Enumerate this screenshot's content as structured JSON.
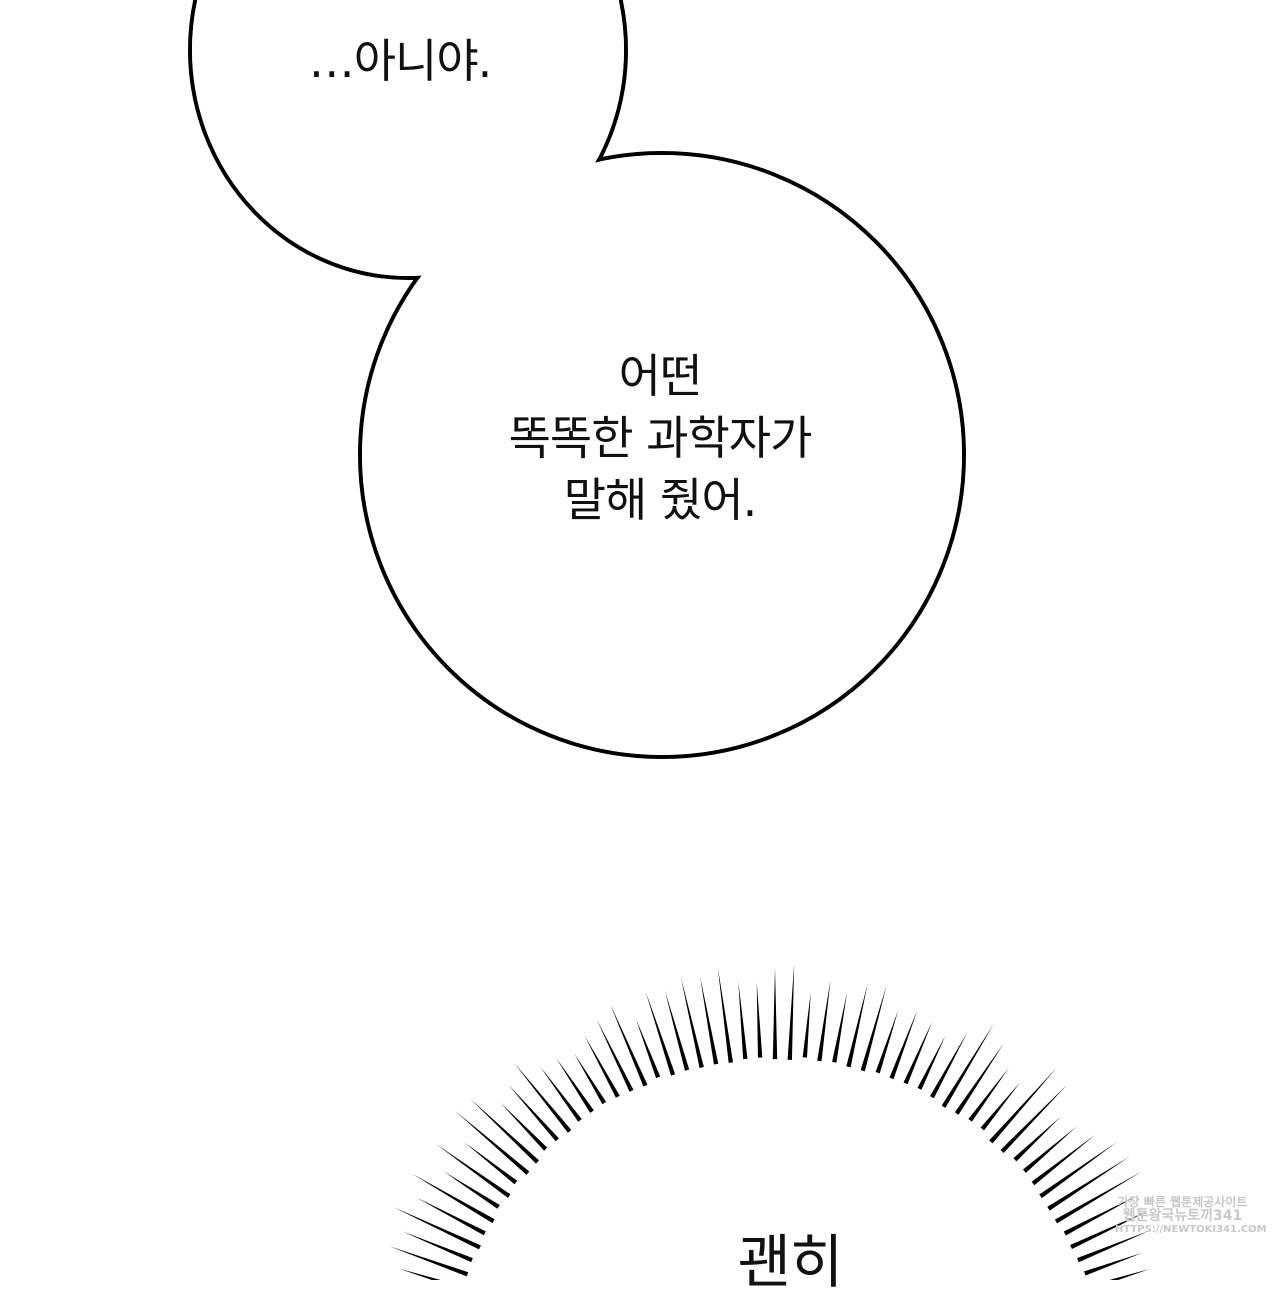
{
  "bubble_top": {
    "text": "…아니야."
  },
  "bubble_main": {
    "lines": [
      "어떤",
      "똑똑한 과학자가",
      "말해 줬어."
    ]
  },
  "burst": {
    "text": "괜히"
  },
  "watermark": {
    "lines": [
      "가장 빠른 웹툰제공사이트",
      "웹툰왕국뉴토끼341",
      "HTTPS://NEWTOKI341.COM"
    ]
  }
}
